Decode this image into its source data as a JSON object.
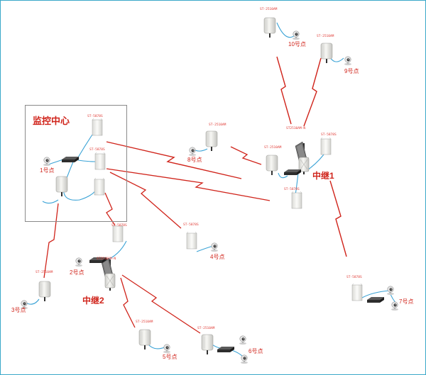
{
  "center": {
    "title": "监控中心"
  },
  "relays": {
    "relay1": "中继1",
    "relay2": "中继2"
  },
  "points": {
    "p1": "1号点",
    "p2": "2号点",
    "p3": "3号点",
    "p4": "4号点",
    "p5": "5号点",
    "p6": "6号点",
    "p7": "7号点",
    "p8": "8号点",
    "p9": "9号点",
    "p10": "10号点"
  },
  "models": {
    "st2510am": "ST-2510AM",
    "st5878s": "ST-5878S",
    "st2510am_n": "ST2510AM-N"
  },
  "colors": {
    "wireless_link": "#d0241b",
    "cable": "#3ba3d6",
    "frame": "#3aa8c9",
    "label": "#d0241b",
    "device_body": "#eeeeea"
  },
  "icons": [
    "camera-icon",
    "radio-antenna-icon",
    "panel-antenna-icon",
    "switch-icon",
    "relay-mast-icon"
  ]
}
